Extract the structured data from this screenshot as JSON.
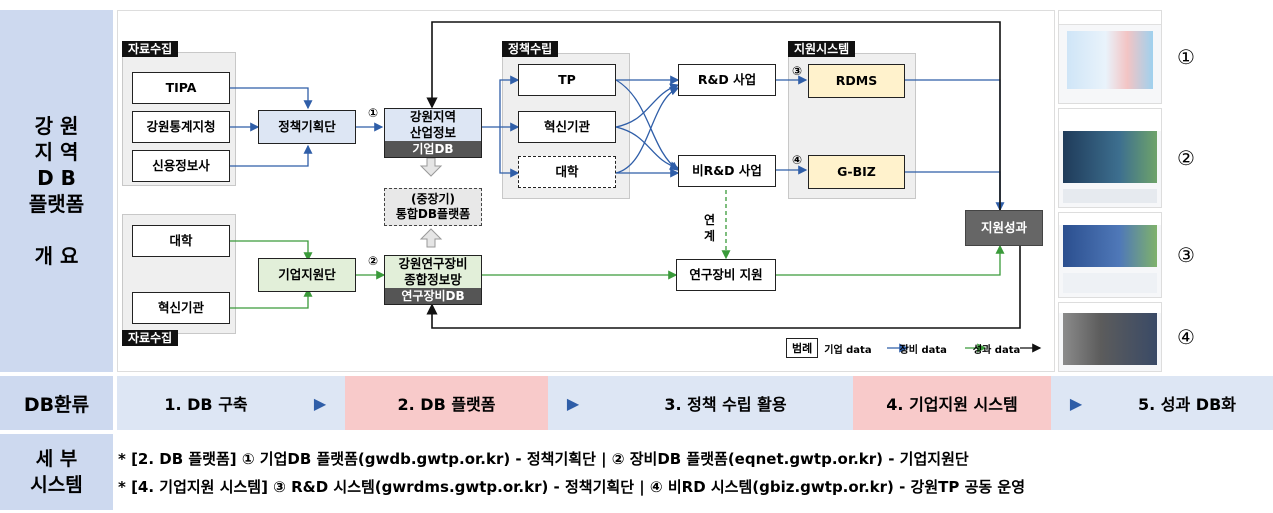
{
  "side": {
    "overview_lines": [
      "강   원",
      "지   역",
      "D    B",
      "플랫폼",
      "",
      "개   요"
    ],
    "flow_label": "DB환류",
    "detail_lines": [
      "세   부",
      "시스템"
    ]
  },
  "tags": {
    "data_collect_top": "자료수집",
    "data_collect_bottom": "자료수집",
    "policy": "정책수립",
    "support_system": "지원시스템"
  },
  "sources_top": [
    "TIPA",
    "강원통계지청",
    "신용정보사"
  ],
  "sources_bottom": [
    "대학",
    "혁신기관"
  ],
  "policy_team": "정책기획단",
  "support_team": "기업지원단",
  "platform1": {
    "num": "①",
    "title": "강원지역\n산업정보",
    "db": "기업DB"
  },
  "platform2": {
    "num": "②",
    "title": "강원연구장비\n종합정보망",
    "db": "연구장비DB"
  },
  "integrated": "(중장기)\n통합DB플랫폼",
  "policy_items": [
    "TP",
    "혁신기관",
    "대학"
  ],
  "rd": "R&D 사업",
  "non_rd": "비R&D 사업",
  "link_label": "연\n계",
  "equip_support": "연구장비 지원",
  "systems": [
    {
      "num": "③",
      "name": "RDMS"
    },
    {
      "num": "④",
      "name": "G-BIZ"
    }
  ],
  "result": "지원성과",
  "legend": {
    "title": "범례",
    "items": [
      "기업 data",
      "장비 data",
      "성과 data"
    ]
  },
  "colors": {
    "company": "#2f5ea8",
    "equipment": "#3a9a3a",
    "result": "#111111",
    "blue_fill": "#dde6f4",
    "yellow_fill": "#fff2cc",
    "green_fill": "#e2efd9",
    "pink": "#f8caca"
  },
  "flow": {
    "steps": [
      "1. DB 구축",
      "2. DB 플랫폼",
      "3. 정책 수립 활용",
      "4. 기업지원 시스템",
      "5. 성과 DB화"
    ],
    "arrow": "▶"
  },
  "screens": [
    "①",
    "②",
    "③",
    "④"
  ],
  "details": [
    "* [2. DB 플랫폼] ① 기업DB 플랫폼(gwdb.gwtp.or.kr) - 정책기획단 | ② 장비DB 플랫폼(eqnet.gwtp.or.kr) - 기업지원단",
    "* [4. 기업지원 시스템] ③ R&D 시스템(gwrdms.gwtp.or.kr) - 정책기획단 | ④ 비RD 시스템(gbiz.gwtp.or.kr) - 강원TP 공동 운영"
  ]
}
